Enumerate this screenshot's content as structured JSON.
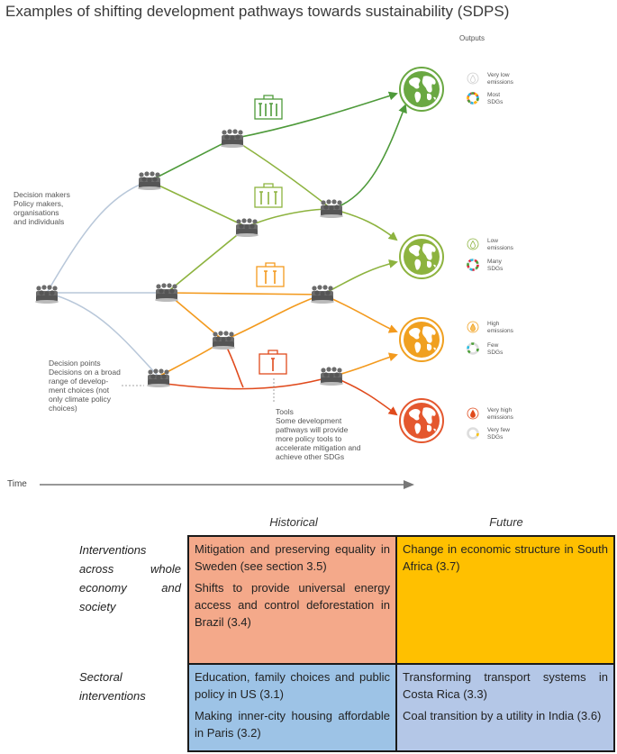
{
  "title": "Examples of shifting development pathways towards sustainability (SDPS)",
  "outputs_header": "Outputs",
  "labels": {
    "decision_makers": [
      "Decision makers",
      "Policy makers,",
      "organisations",
      "and individuals"
    ],
    "decision_points": [
      "Decision points",
      "Decisions on a broad",
      "range of develop-",
      "ment choices (not",
      "only climate policy",
      "choices)"
    ],
    "tools": [
      "Tools",
      "Some development",
      "pathways will provide",
      "more policy tools to",
      "accelerate mitigation and",
      "achieve other SDGs"
    ],
    "time": "Time"
  },
  "outputs": [
    {
      "emissions": [
        "Very low",
        "emissions"
      ],
      "sdgs": [
        "Most",
        "SDGs"
      ],
      "color": "#6aa842"
    },
    {
      "emissions": [
        "Low",
        "emissions"
      ],
      "sdgs": [
        "Many",
        "SDGs"
      ],
      "color": "#8db33f"
    },
    {
      "emissions": [
        "High",
        "emissions"
      ],
      "sdgs": [
        "Few",
        "SDGs"
      ],
      "color": "#f0a020"
    },
    {
      "emissions": [
        "Very high",
        "emissions"
      ],
      "sdgs": [
        "Very few",
        "SDGs"
      ],
      "color": "#e4572e"
    }
  ],
  "colors": {
    "dark_green": "#4e9a3a",
    "light_green": "#8db33f",
    "orange": "#f39a1e",
    "red": "#e04a1c",
    "blue_grey": "#b8c7d9",
    "people": "#6b6b6b",
    "historical_whole": "#f4a98a",
    "future_whole": "#ffc000",
    "historical_sectoral": "#9dc3e6",
    "future_sectoral": "#b4c7e7"
  },
  "table": {
    "col_headers": [
      "Historical",
      "Future"
    ],
    "row_headers": [
      "Interventions across whole economy and society",
      "Sectoral interventions"
    ],
    "cells": {
      "whole_historical": [
        "Mitigation and preserving equality in Sweden (see section 3.5)",
        "Shifts to provide universal energy access and control deforestation in Brazil (3.4)"
      ],
      "whole_future": [
        "Change in economic structure in South Africa (3.7)"
      ],
      "sectoral_historical": [
        "Education, family choices and public policy in US (3.1)",
        "Making inner-city housing affordable in Paris (3.2)"
      ],
      "sectoral_future": [
        "Transforming transport systems in Costa Rica (3.3)",
        "Coal transition by a utility in India (3.6)"
      ]
    }
  }
}
